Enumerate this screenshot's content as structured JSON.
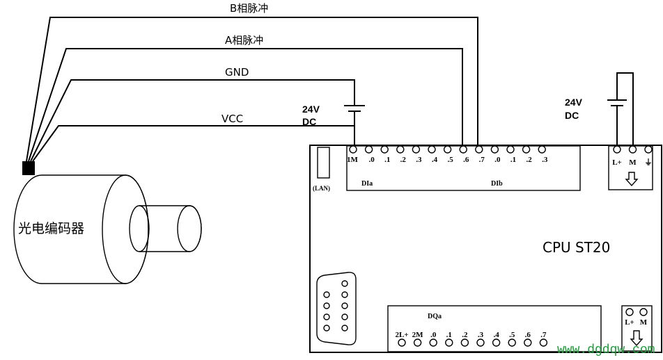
{
  "wires": {
    "b_phase": "B相脉冲",
    "a_phase": "A相脉冲",
    "gnd": "GND",
    "vcc": "VCC"
  },
  "supply_left": {
    "line1": "24V",
    "line2": "DC"
  },
  "supply_right": {
    "line1": "24V",
    "line2": "DC"
  },
  "encoder": {
    "label": "光电编码器"
  },
  "plc": {
    "model": "CPU  ST20",
    "lan": "(LAN)",
    "dia_group": "DIa",
    "dib_group": "DIb",
    "dqa_group": "DQa",
    "di_terminals": [
      "1M",
      ".0",
      ".1",
      ".2",
      ".3",
      ".4",
      ".5",
      ".6",
      ".7",
      ".0",
      ".1",
      ".2",
      ".3"
    ],
    "power_in_terminals": [
      "L+",
      "M",
      "⏚"
    ],
    "dq_terminals": [
      "2L+",
      "2M",
      ".0",
      ".1",
      ".2",
      ".3",
      ".4",
      ".5",
      ".6",
      ".7"
    ],
    "power_out_terminals": [
      "L+",
      "M"
    ]
  },
  "watermark": "www.dgdqw.com"
}
